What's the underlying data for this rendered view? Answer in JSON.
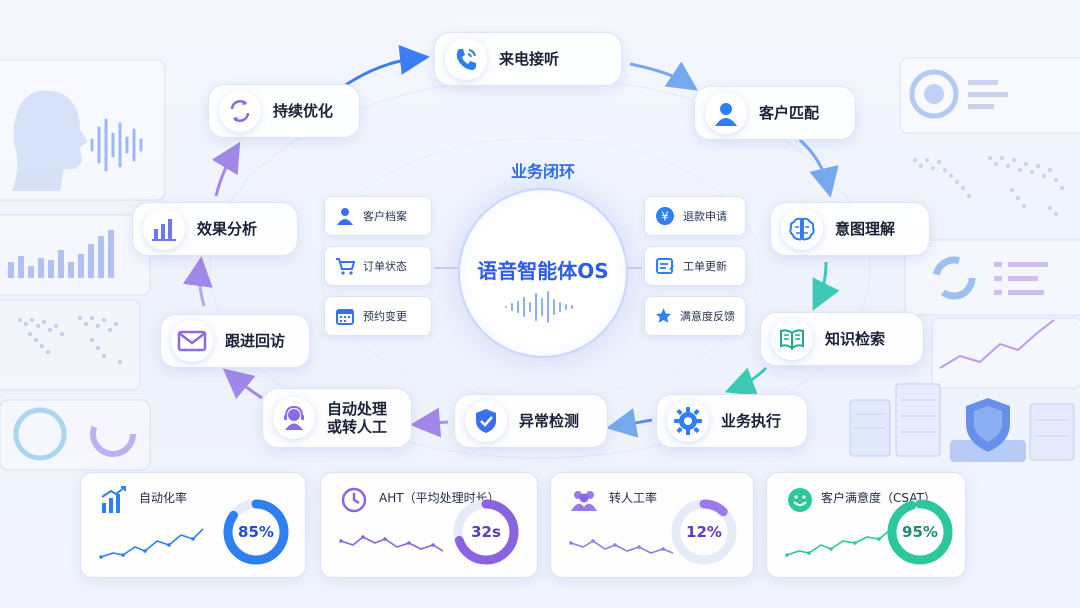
{
  "diagram": {
    "loop_label": "业务闭环",
    "hub_title": "语音智能体OS",
    "flow_nodes": [
      {
        "id": "answer",
        "label": "来电接听",
        "icon": "phone-icon"
      },
      {
        "id": "match",
        "label": "客户匹配",
        "icon": "user-icon"
      },
      {
        "id": "intent",
        "label": "意图理解",
        "icon": "brain-icon"
      },
      {
        "id": "search",
        "label": "知识检索",
        "icon": "book-icon"
      },
      {
        "id": "execute",
        "label": "业务执行",
        "icon": "gear-icon"
      },
      {
        "id": "detect",
        "label": "异常检测",
        "icon": "shield-check-icon"
      },
      {
        "id": "auto",
        "label_line1": "自动处理",
        "label_line2": "或转人工",
        "icon": "agent-headset-icon"
      },
      {
        "id": "followup",
        "label": "跟进回访",
        "icon": "mail-icon"
      },
      {
        "id": "analysis",
        "label": "效果分析",
        "icon": "bar-chart-icon"
      },
      {
        "id": "optimize",
        "label": "持续优化",
        "icon": "refresh-icon"
      }
    ],
    "left_chips": [
      {
        "label": "客户档案",
        "icon": "profile-icon"
      },
      {
        "label": "订单状态",
        "icon": "cart-icon"
      },
      {
        "label": "预约变更",
        "icon": "calendar-icon"
      }
    ],
    "right_chips": [
      {
        "label": "退款申请",
        "icon": "refund-icon"
      },
      {
        "label": "工单更新",
        "icon": "ticket-icon"
      },
      {
        "label": "满意度反馈",
        "icon": "star-icon"
      }
    ]
  },
  "kpis": [
    {
      "title": "自动化率",
      "value": "85%",
      "ratio": 0.85,
      "color": "#2f7ff0",
      "icon": "growth-chart-icon"
    },
    {
      "title": "AHT（平均处理时长）",
      "value": "32s",
      "ratio": 0.7,
      "color": "#8a63e0",
      "icon": "clock-icon"
    },
    {
      "title": "转人工率",
      "value": "12%",
      "ratio": 0.12,
      "color": "#9a7ae6",
      "icon": "people-icon"
    },
    {
      "title": "客户满意度（CSAT）",
      "value": "95%",
      "ratio": 0.95,
      "color": "#2cc79a",
      "icon": "smile-icon"
    }
  ],
  "colors": {
    "accent": "#2f5be8",
    "arrow": "#5b8def",
    "purple": "#8b6be3"
  }
}
